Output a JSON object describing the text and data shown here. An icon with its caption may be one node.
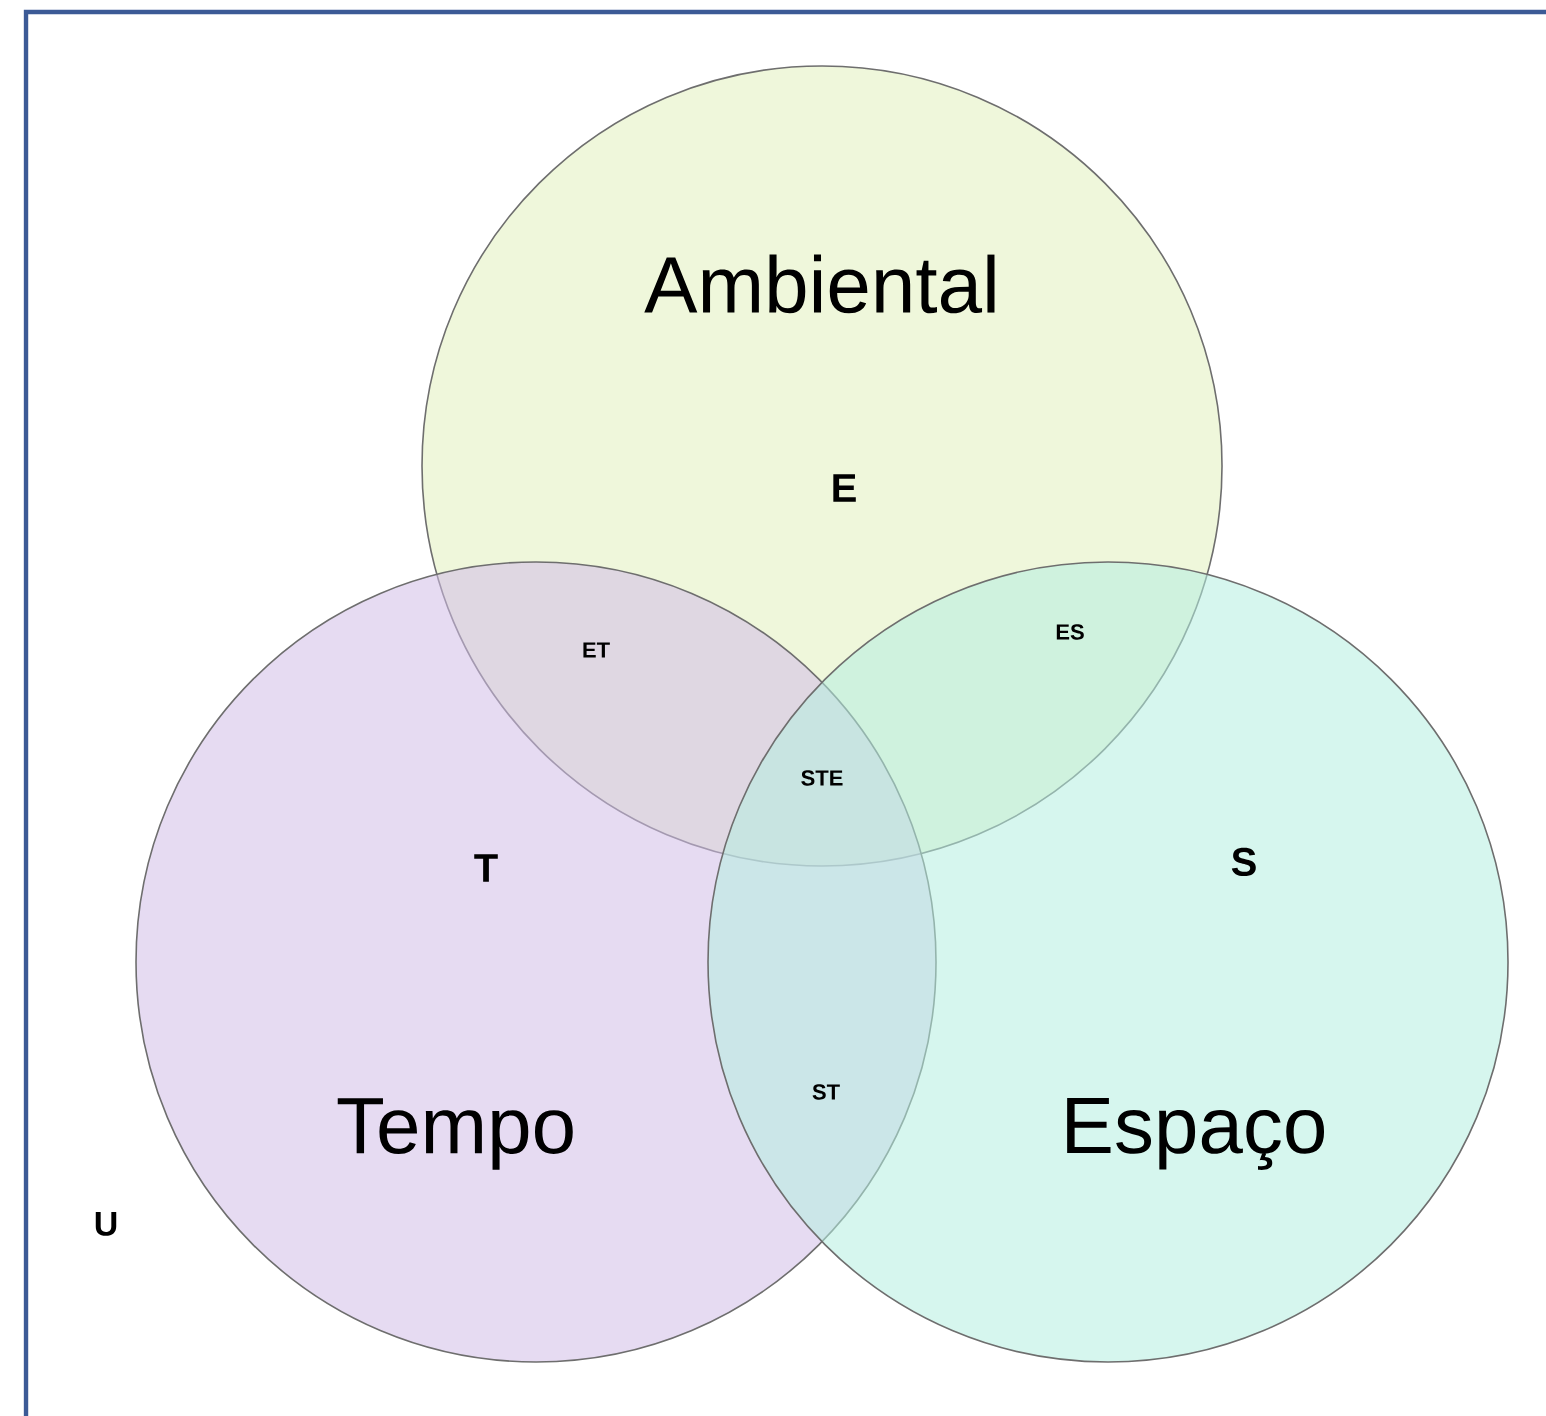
{
  "diagram": {
    "nodes": [
      {
        "text": [
          "Ambiental",
          "E"
        ]
      },
      {
        "text": [
          "T",
          "Tempo"
        ]
      },
      {
        "text": [
          "S",
          "Espaço"
        ]
      }
    ],
    "labels": [
      "ET",
      "ES",
      "STE",
      "ST",
      "U"
    ]
  }
}
